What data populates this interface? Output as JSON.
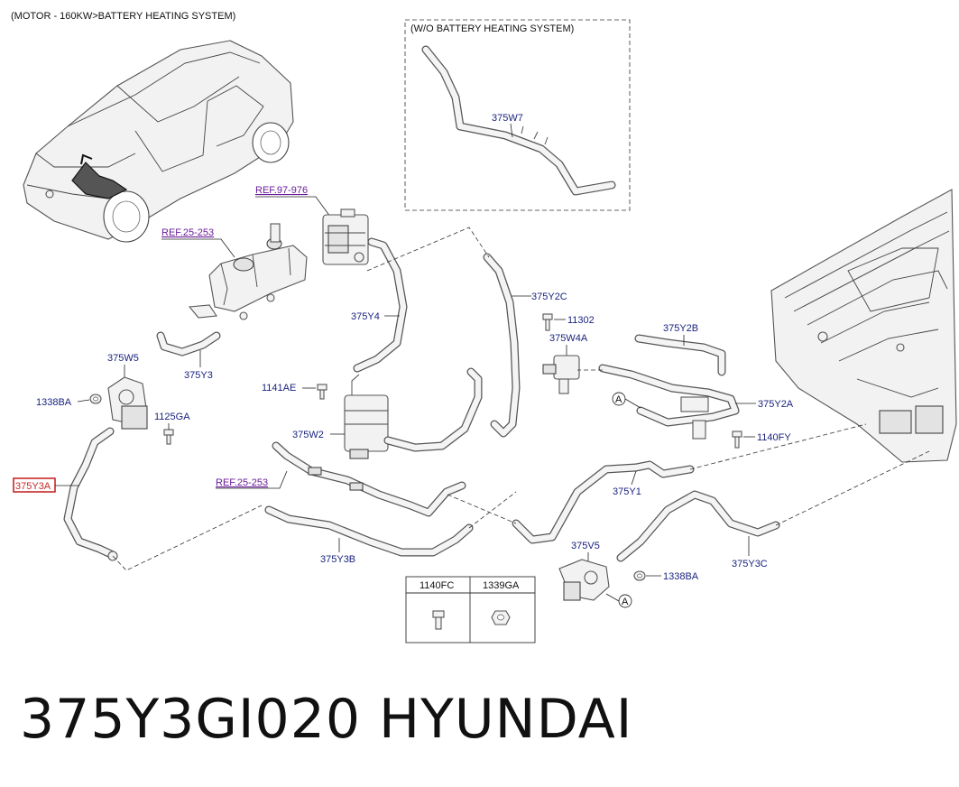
{
  "header": {
    "title": "(MOTOR - 160KW>BATTERY HEATING SYSTEM)"
  },
  "inset": {
    "title": "(W/O BATTERY HEATING SYSTEM)",
    "part": "375W7"
  },
  "references": [
    "REF.97-976",
    "REF.25-253",
    "REF.25-253"
  ],
  "parts": {
    "y4": "375Y4",
    "y2c": "375Y2C",
    "p11302": "11302",
    "w4a": "375W4A",
    "y2b": "375Y2B",
    "y2a": "375Y2A",
    "w5": "375W5",
    "y3": "375Y3",
    "ba_left": "1338BA",
    "ga": "1125GA",
    "y3a": "375Y3A",
    "ae": "1141AE",
    "w2": "375W2",
    "fy": "1140FY",
    "y1": "375Y1",
    "y3b": "375Y3B",
    "v5": "375V5",
    "ba_right": "1338BA",
    "y3c": "375Y3C"
  },
  "callouts": {
    "a1": "A",
    "a2": "A"
  },
  "fastener_table": {
    "col1": "1140FC",
    "col2": "1339GA"
  },
  "highlight_color": "#c62828",
  "footer": {
    "part_number": "375Y3GI020",
    "brand": "HYUNDAI"
  }
}
